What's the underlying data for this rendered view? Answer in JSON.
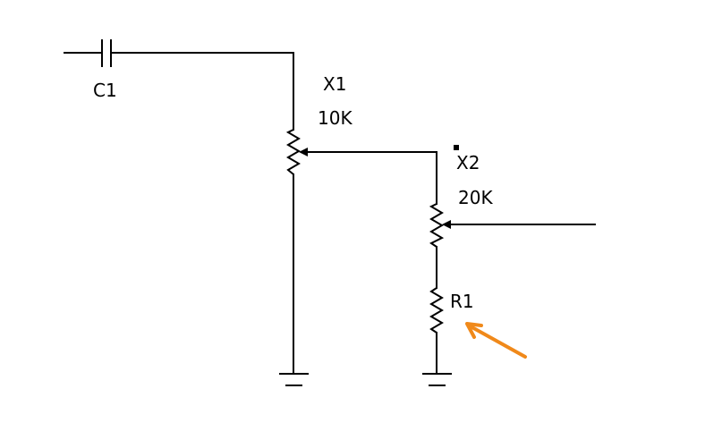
{
  "components": {
    "c1": {
      "label": "C1"
    },
    "x1": {
      "label": "X1",
      "value": "10K"
    },
    "x2": {
      "label": "X2",
      "value": "20K"
    },
    "r1": {
      "label": "R1"
    }
  },
  "colors": {
    "wire": "#000000",
    "highlight_arrow": "#f0891a"
  }
}
